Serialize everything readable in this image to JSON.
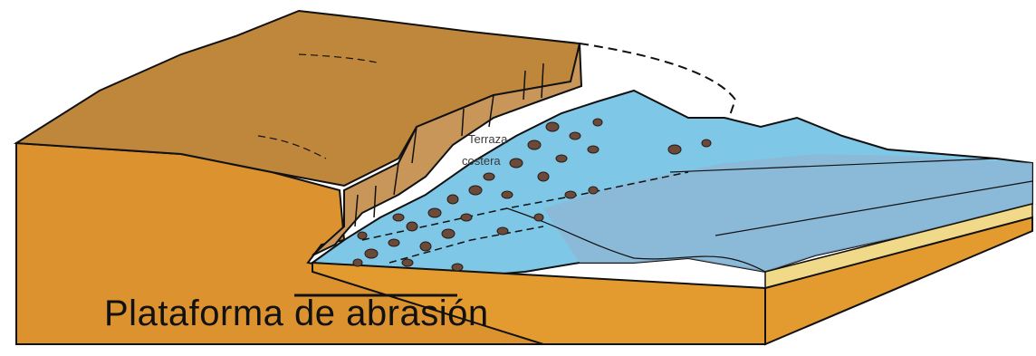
{
  "diagram": {
    "caption": "Plataforma de abrasión",
    "cliff_text_line1": "Terraza",
    "cliff_text_line2": "costera"
  },
  "colors": {
    "land_top": "#c08a3e",
    "land_side": "#d9902e",
    "land_bottom": "#e39b2f",
    "sand_layer": "#f2dc8a",
    "water": "#7ec7e6",
    "water_deep": "#88b6d6",
    "outline": "#111111",
    "pebble": "#6a4a3a"
  }
}
